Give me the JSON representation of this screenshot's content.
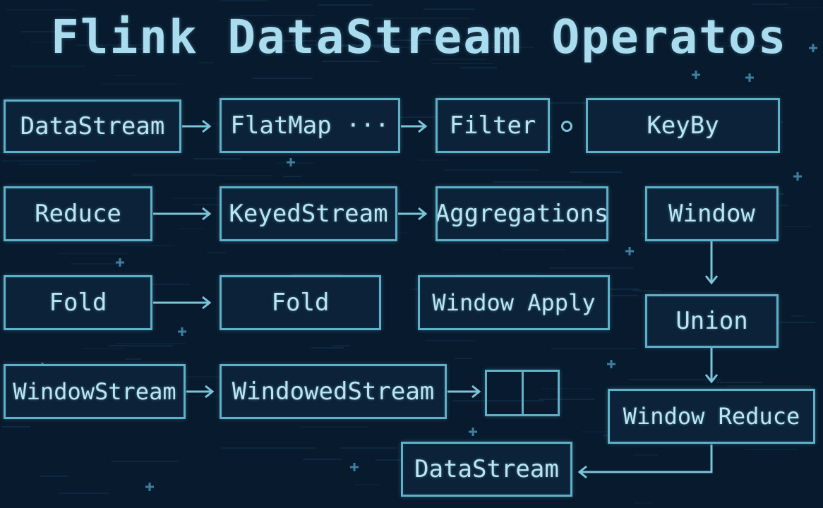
{
  "title": "Flink DataStream Operatos",
  "colors": {
    "background": "#081a2d",
    "line": "#5fb0c8",
    "text": "#b9e6f3"
  },
  "nodes": {
    "datastream_top": "DataStream",
    "flatmap": "FlatMap ···",
    "filter": "Filter",
    "keyby": "KeyBy",
    "reduce": "Reduce",
    "keyedstream": "KeyedStream",
    "aggregations": "Aggregations",
    "window": "Window",
    "fold_left": "Fold",
    "fold_right": "Fold",
    "window_apply": "Window Apply",
    "union": "Union",
    "windowstream": "WindowStream",
    "windowedstream": "WindowedStream",
    "window_reduce": "Window Reduce",
    "datastream_bottom": "DataStream"
  }
}
